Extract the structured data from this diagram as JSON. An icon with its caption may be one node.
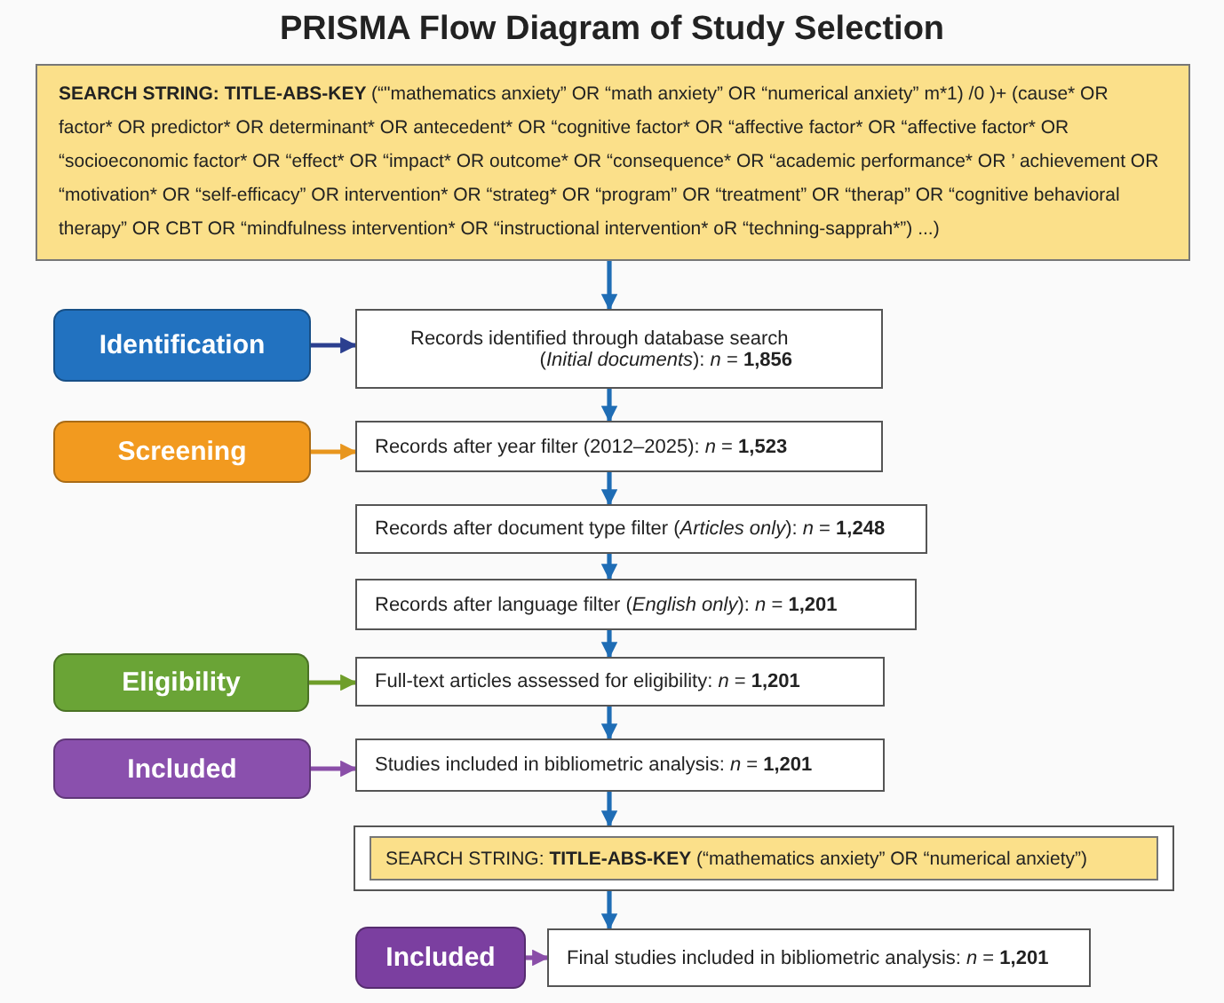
{
  "diagram": {
    "title": "PRISMA Flow Diagram of Study Selection",
    "nodes": [
      {
        "text": [
          "SEARCH STRING: TITLE-ABS-KEY",
          "(“\"mathematics anxiety” OR “math anxiety” OR “numerical anxiety” m*1) /0 )+ (cause* OR factor* OR predictor* OR determinant* OR antecedent* OR “cognitive factor* OR “affective factor* OR “affective factor* OR “socioeconomic factor* OR “effect* OR “impact* OR outcome* OR “consequence* OR “academic performance* OR ’ achievement OR “motivation* OR “self-efficacy” OR intervention* OR “strateg* OR “program” OR “treatment” OR “therap” OR “cognitive behavioral therapy” OR CBT OR “mindfulness intervention* OR “instructional intervention* oR “techning-sapprah*”) ...)"
        ]
      },
      {
        "text": [
          "Identification"
        ]
      },
      {
        "text": [
          "Records identified through database search",
          "(*Initial documents*): *n* = **1,856**"
        ]
      },
      {
        "text": [
          "Screening"
        ]
      },
      {
        "text": [
          "Records after year filter (2012–2025):  *n* = **1,523**"
        ]
      },
      {
        "text": [
          "Records after document type filter (*Articles only*): *n* = **1,248**"
        ]
      },
      {
        "text": [
          "Records after language filter (*English only*):  *n* = **1,201**"
        ]
      },
      {
        "text": [
          "Eligibility"
        ]
      },
      {
        "text": [
          "Full-text articles assessed for eligibility:  *n* = **1,201**"
        ]
      },
      {
        "text": [
          "Included"
        ]
      },
      {
        "text": [
          "Studies included in bibliometric analysis:  *n* = **1,201**"
        ]
      },
      {
        "text": [],
        "shape": "box"
      },
      {
        "text": [
          "SEARCH STRING: **TITLE-ABS-KEY** (“mathematics anxiety” OR “numerical anxiety”)"
        ],
        "in": 11
      },
      {
        "text": [
          "Included"
        ]
      },
      {
        "text": [
          "Final studies included in bibliometric analysis: *n* = **1,201**"
        ]
      }
    ],
    "edges": [
      {
        "from": 0,
        "to": 2,
        "arrow": "to"
      },
      {
        "from": 1,
        "to": 2,
        "arrow": "to",
        "color": "#2b3f8f"
      },
      {
        "from": 2,
        "to": 4,
        "arrow": "to"
      },
      {
        "from": 3,
        "to": 4,
        "arrow": "to",
        "color": "#e8961e"
      },
      {
        "from": 4,
        "to": 5,
        "arrow": "to"
      },
      {
        "from": 5,
        "to": 6,
        "arrow": "to"
      },
      {
        "from": 6,
        "to": 8,
        "arrow": "to"
      },
      {
        "from": 7,
        "to": 8,
        "arrow": "to",
        "color": "#6f9e2a"
      },
      {
        "from": 8,
        "to": 10,
        "arrow": "to"
      },
      {
        "from": 9,
        "to": 10,
        "arrow": "to",
        "color": "#8a4ea8"
      },
      {
        "from": 10,
        "to": 11,
        "arrow": "to"
      },
      {
        "from": 11,
        "to": 14,
        "arrow": "to"
      },
      {
        "from": 13,
        "to": 14,
        "arrow": "to",
        "color": "#8a4ea8"
      }
    ]
  }
}
